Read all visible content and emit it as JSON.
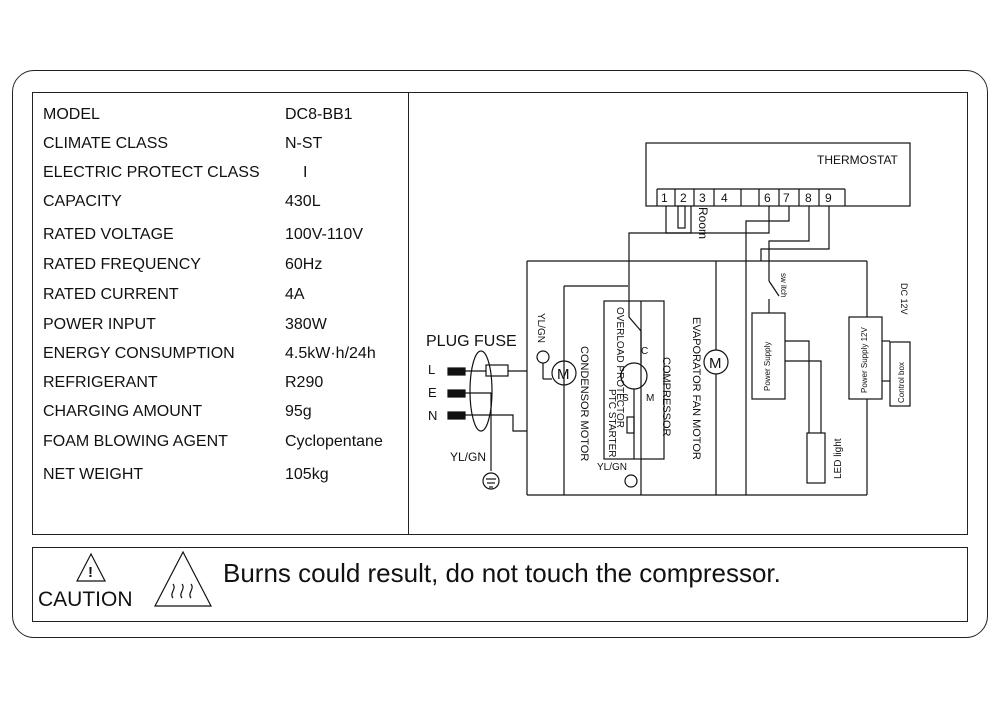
{
  "specs": [
    {
      "name": "MODEL",
      "value": "DC8-BB1"
    },
    {
      "name": "CLIMATE CLASS",
      "value": "N-ST"
    },
    {
      "name": "ELECTRIC PROTECT CLASS",
      "value": "I"
    },
    {
      "name": "CAPACITY",
      "value": "430L"
    },
    {
      "name": "RATED VOLTAGE",
      "value": "100V-110V"
    },
    {
      "name": "RATED FREQUENCY",
      "value": "60Hz"
    },
    {
      "name": "RATED CURRENT",
      "value": "4A"
    },
    {
      "name": "POWER INPUT",
      "value": "380W"
    },
    {
      "name": "ENERGY CONSUMPTION",
      "value": "4.5kW·h/24h"
    },
    {
      "name": "REFRIGERANT",
      "value": "R290"
    },
    {
      "name": "CHARGING AMOUNT",
      "value": "95g"
    },
    {
      "name": "FOAM BLOWING AGENT",
      "value": "Cyclopentane"
    },
    {
      "name": "NET WEIGHT",
      "value": "105kg"
    }
  ],
  "diagram": {
    "thermostat": "THERMOSTAT",
    "terminals": [
      "1",
      "2",
      "3",
      "4",
      "6",
      "7",
      "8",
      "9"
    ],
    "room": "Room",
    "plug_fuse": "PLUG FUSE",
    "lines": [
      "L",
      "E",
      "N"
    ],
    "yl_gn": "YL/GN",
    "condensor_motor": "CONDENSOR MOTOR",
    "overload_protector": "OVERLOAD PROTECTOR",
    "ptc_starter": "PTC STARTER",
    "compressor": "COMPRESSOR",
    "evaporator_fan_motor": "EVAPORATOR FAN MOTOR",
    "motor_symbol": "M",
    "terminal_c": "C",
    "terminal_s": "S",
    "terminal_m": "M",
    "switch": "sw itch",
    "power_supply": "Power Supply",
    "power_supply_12v": "Power Supply 12V",
    "dc_12v": "DC 12V",
    "control_box": "Control box",
    "led_light": "LED light"
  },
  "caution": {
    "word": "CAUTION",
    "message": "Burns could result, do not touch the compressor.",
    "exclamation": "!"
  }
}
